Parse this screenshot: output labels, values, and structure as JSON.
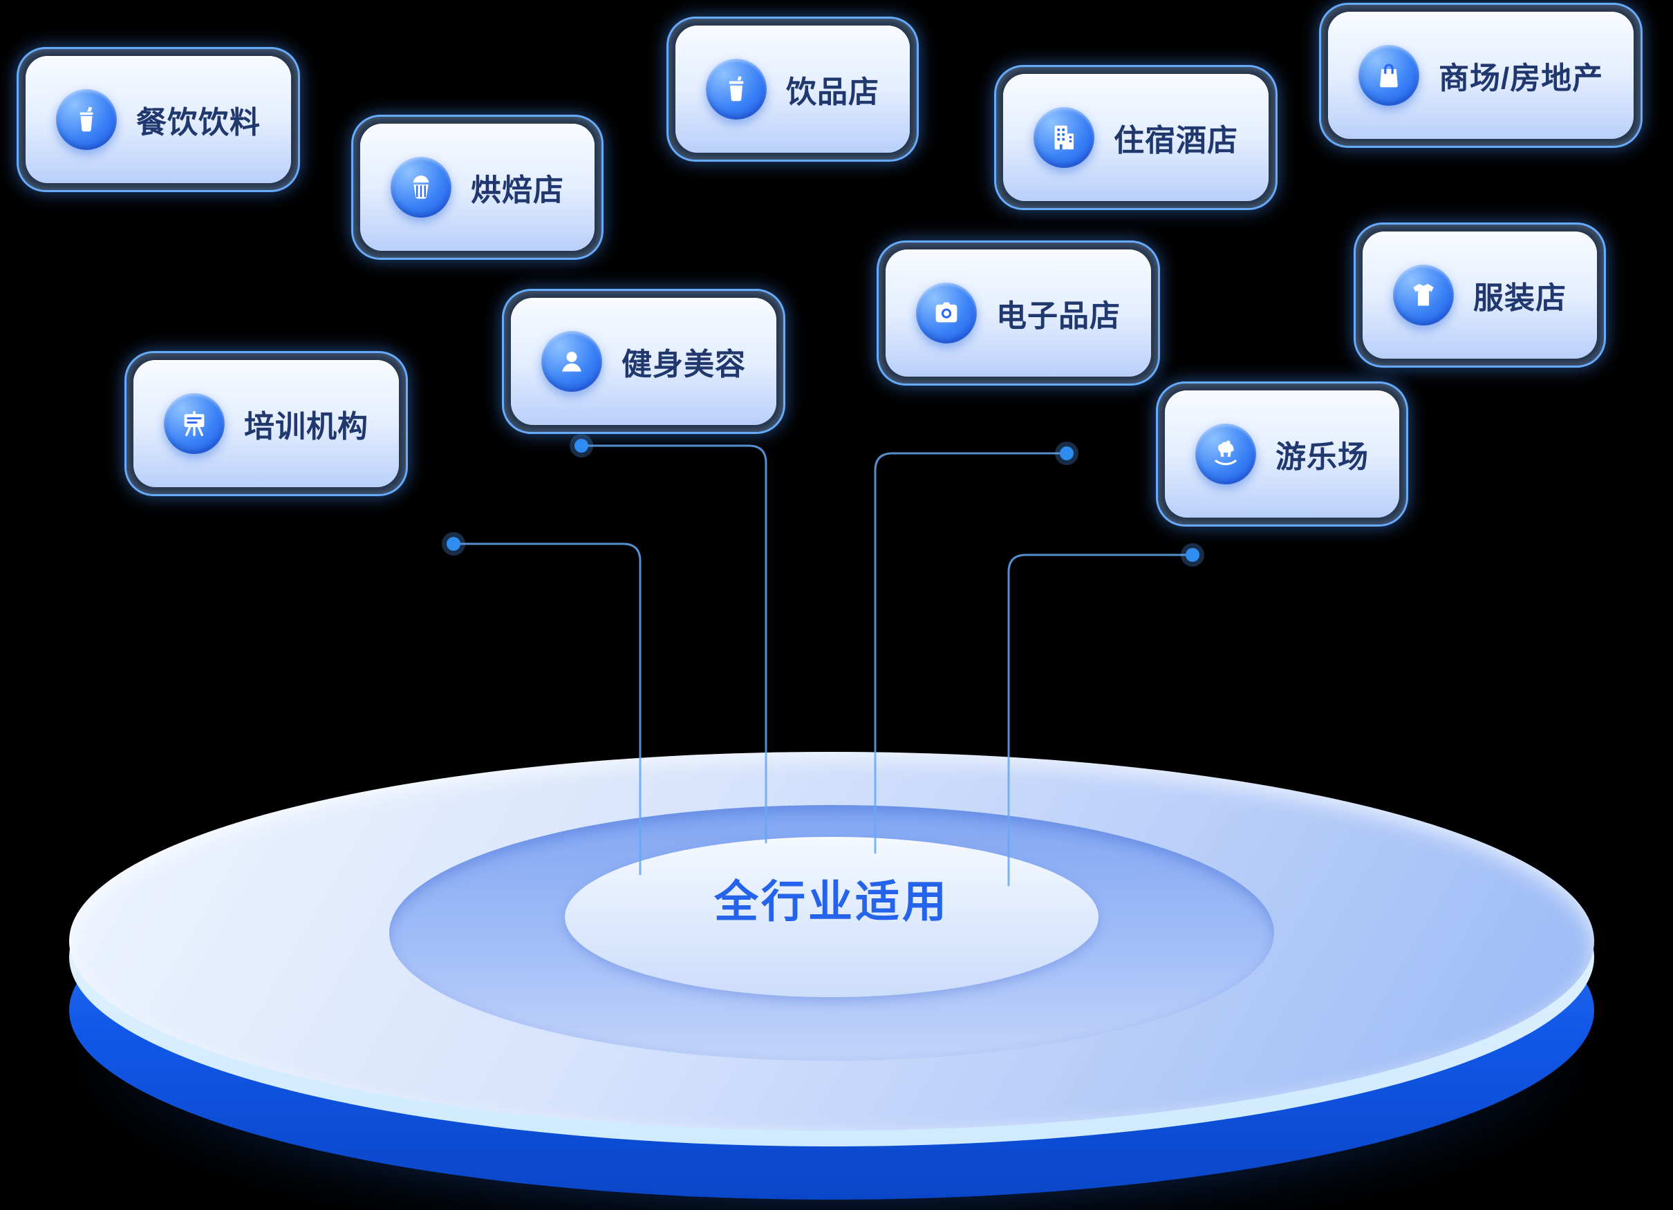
{
  "platform": {
    "label": "全行业适用"
  },
  "cards": [
    {
      "label": "餐饮饮料",
      "icon": "drink-cup-icon"
    },
    {
      "label": "烘焙店",
      "icon": "cupcake-icon"
    },
    {
      "label": "饮品店",
      "icon": "beverage-cup-icon"
    },
    {
      "label": "住宿酒店",
      "icon": "hotel-building-icon"
    },
    {
      "label": "商场/房地产",
      "icon": "shopping-bag-icon"
    },
    {
      "label": "电子品店",
      "icon": "camera-icon"
    },
    {
      "label": "服装店",
      "icon": "tshirt-icon"
    },
    {
      "label": "健身美容",
      "icon": "beauty-face-icon"
    },
    {
      "label": "培训机构",
      "icon": "easel-board-icon"
    },
    {
      "label": "游乐场",
      "icon": "rocking-horse-icon"
    }
  ],
  "colors": {
    "background": "#000000",
    "card_border": "#66abfc",
    "card_fill_top": "#f8fbff",
    "card_fill_bottom": "#b9d0fa",
    "icon_circle_top": "#8ec2ff",
    "icon_circle_bottom": "#1e55e8",
    "card_label_text": "#21386f",
    "platform_label_text": "#2563eb",
    "connector_line": "#66a8f2",
    "connector_dot": "#2f8df2",
    "platform_side": "#1158e8",
    "platform_rim": "#cfeaff"
  }
}
